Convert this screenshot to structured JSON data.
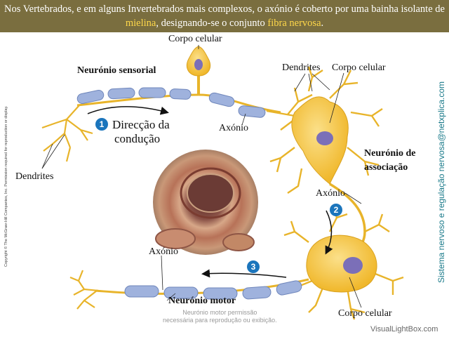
{
  "header": {
    "part1": "Nos Vertebrados, e em alguns Invertebrados mais complexos, o axónio é coberto por uma bainha isolante de ",
    "highlight1": "mielina",
    "part2": ", designando-se o conjunto ",
    "highlight2": "fibra nervosa",
    "part3": "."
  },
  "labels": {
    "corpo_celular_top": "Corpo celular",
    "neuronio_sensorial": "Neurónio sensorial",
    "dendrites_top": "Dendrites",
    "corpo_celular_right": "Corpo celular",
    "direccao_line1": "Direcção da",
    "direccao_line2": "condução",
    "axonio_1": "Axónio",
    "dendrites_left": "Dendrites",
    "neuronio_associacao_line1": "Neurónio de",
    "neuronio_associacao_line2": "associação",
    "axonio_2": "Axónio",
    "axonio_3": "Axónio",
    "neuronio_motor": "Neurónio motor",
    "corpo_celular_bottom": "Corpo celular"
  },
  "steps": [
    "1",
    "2",
    "3"
  ],
  "copyright": "Copyright © The McGraw-Hill Companies, Inc. Permission required for reproduction or display.",
  "side_text": "Sistema nervoso e regulação nervosa@netxplica.com",
  "watermark": {
    "line1": "Neurónio motor   permissão",
    "line2": "necessária para reprodução ou exibição."
  },
  "site_watermark": "VisualLightBox.com",
  "colors": {
    "header_bg": "#7a6e3f",
    "highlight": "#ffd84a",
    "myelin": "#9fb2dd",
    "neuron": "#f3c33a",
    "nucleus": "#7b6fb8",
    "step_badge": "#1b75bc",
    "side_text": "#1a7a8a"
  }
}
